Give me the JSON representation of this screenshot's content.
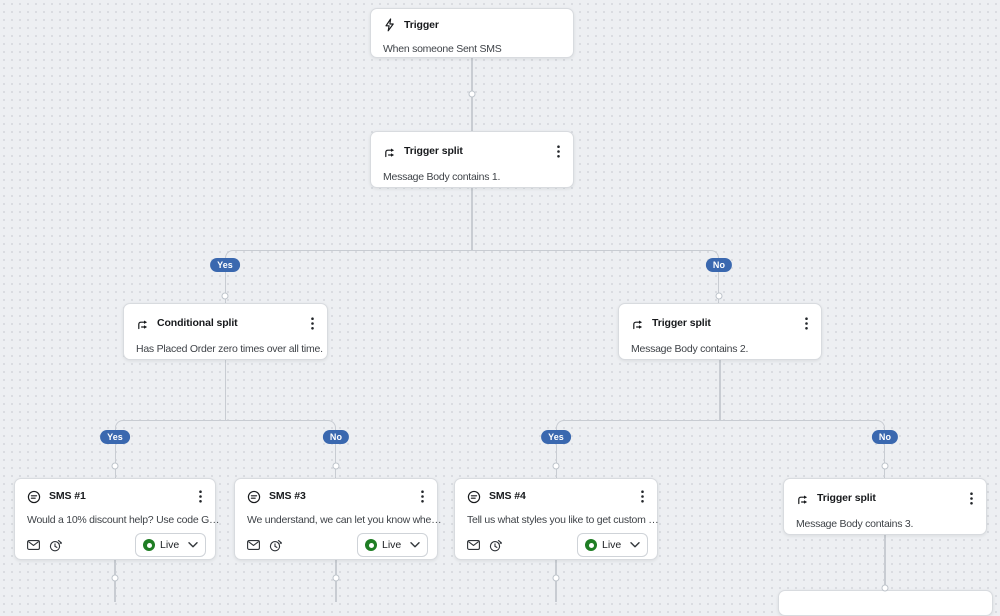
{
  "canvas": {
    "background": "#edeff2",
    "dot_color": "#d6d9de",
    "connector_color": "#c8ccd2"
  },
  "colors": {
    "badge_background": "#3a68af",
    "badge_text": "#ffffff",
    "live_indicator_green": "#1f7d24",
    "card_border": "#d8dbdf"
  },
  "badges": {
    "yes": "Yes",
    "no": "No"
  },
  "nodes": {
    "trigger": {
      "title": "Trigger",
      "body": "When someone Sent SMS"
    },
    "trigger_split_1": {
      "title": "Trigger split",
      "body": "Message Body contains 1."
    },
    "conditional_split": {
      "title": "Conditional split",
      "body": "Has Placed Order zero times over all time."
    },
    "trigger_split_2": {
      "title": "Trigger split",
      "body": "Message Body contains 2."
    },
    "sms_1": {
      "title": "SMS #1",
      "body": "Would a 10% discount help? Use code G…",
      "status": "Live"
    },
    "sms_3": {
      "title": "SMS #3",
      "body": "We understand, we can let you know whe…",
      "status": "Live"
    },
    "sms_4": {
      "title": "SMS #4",
      "body": "Tell us what styles you like to get custom …",
      "status": "Live"
    },
    "trigger_split_3": {
      "title": "Trigger split",
      "body": "Message Body contains 3."
    }
  }
}
